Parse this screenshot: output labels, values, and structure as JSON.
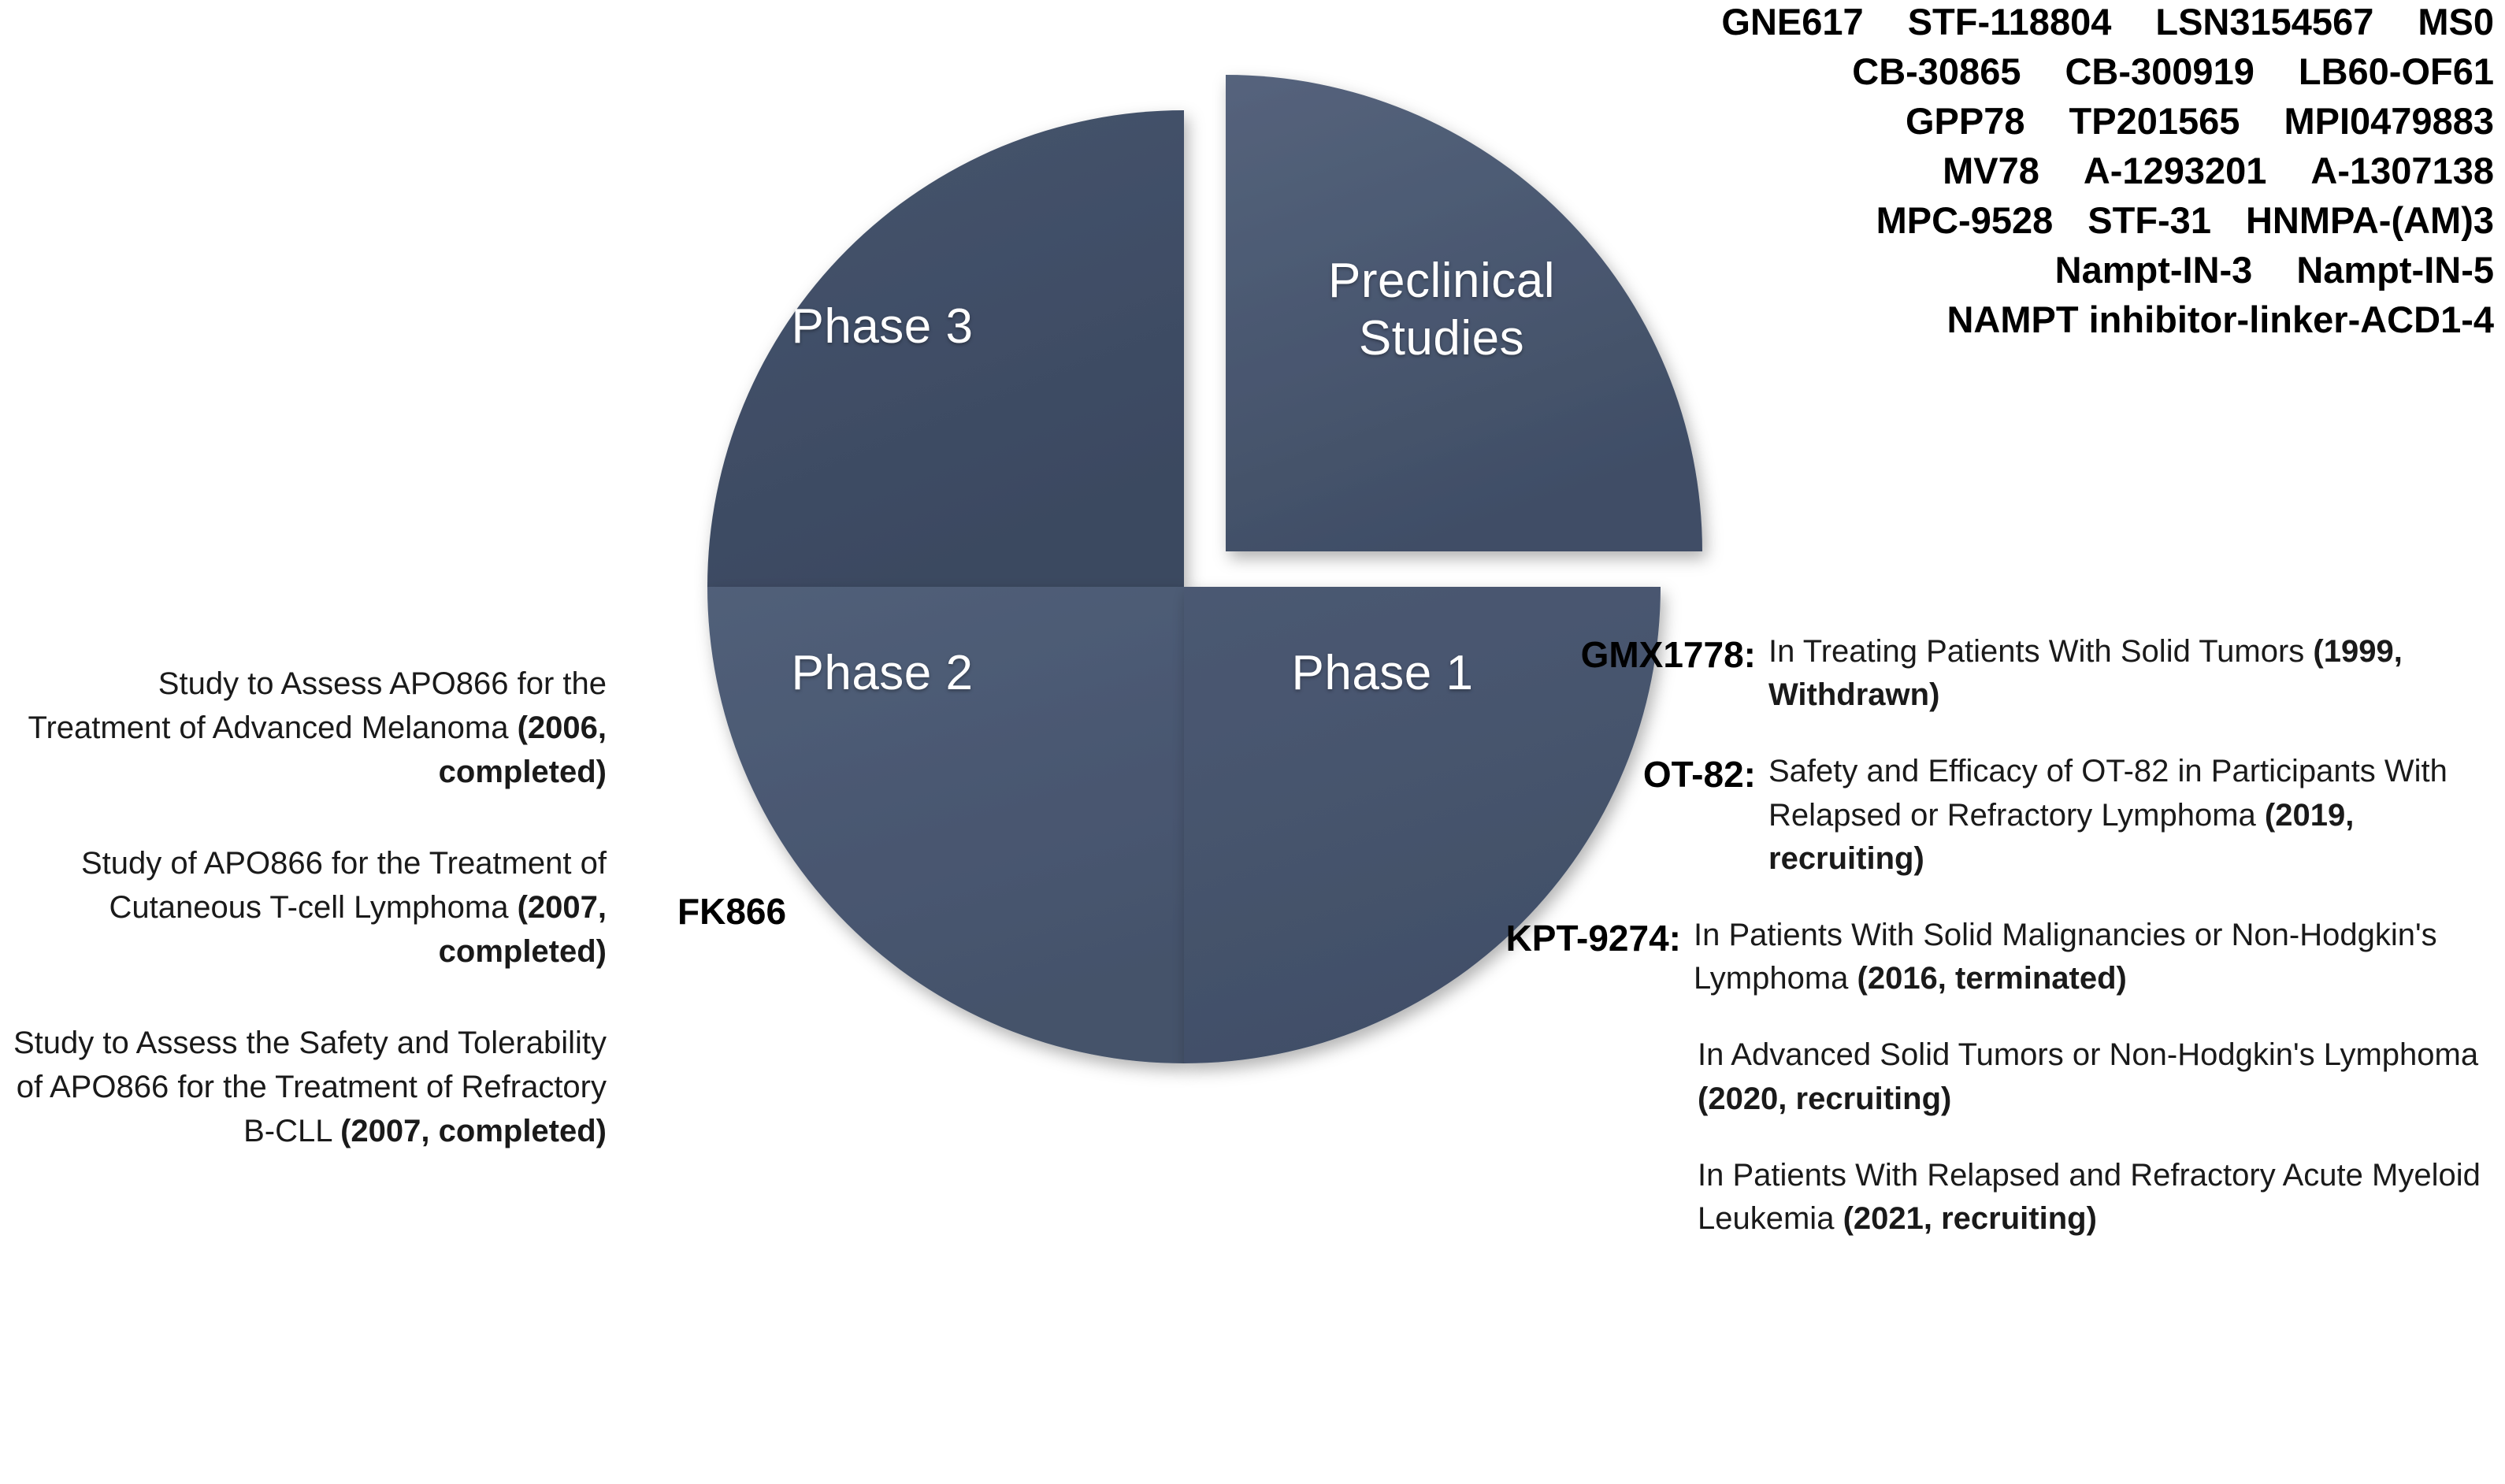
{
  "chart_data": {
    "type": "pie",
    "title": "",
    "categories": [
      "Preclinical Studies",
      "Phase 1",
      "Phase 2",
      "Phase 3"
    ],
    "values": [
      25,
      25,
      25,
      25
    ],
    "labels": [
      "Preclinical\nStudies",
      "Phase 1",
      "Phase 2",
      "Phase 3"
    ],
    "exploded": [
      "Preclinical Studies"
    ],
    "legend": "none",
    "colors": {
      "preclinical": "#4A586F",
      "phase1": "#44546E",
      "phase2": "#4A5873",
      "phase3": "#3C4A61"
    },
    "annotations": {
      "left_marker": "FK866",
      "preclinical_compounds": [
        "GNE617",
        "STF-118804",
        "LSN3154567",
        "MS0",
        "CB-30865",
        "CB-300919",
        "LB60-OF61",
        "GPP78",
        "TP201565",
        "MPI0479883",
        "MV78",
        "A-1293201",
        "A-1307138",
        "MPC-9528",
        "STF-31",
        "HNMPA-(AM)3",
        "Nampt-IN-3",
        "Nampt-IN-5",
        "NAMPT inhibitor-linker-ACD1-4"
      ]
    }
  },
  "pie": {
    "preclinical_label": "Preclinical\nStudies",
    "phase1_label": "Phase 1",
    "phase2_label": "Phase 2",
    "phase3_label": "Phase 3",
    "fk866_marker": "FK866"
  },
  "preclinical_rows": [
    [
      "GNE617",
      "STF-118804",
      "LSN3154567",
      "MS0"
    ],
    [
      "CB-30865",
      "CB-300919",
      "LB60-OF61"
    ],
    [
      "GPP78",
      "TP201565",
      "MPI0479883"
    ],
    [
      "MV78",
      "A-1293201",
      "A-1307138"
    ],
    [
      "MPC-9528",
      "STF-31",
      "HNMPA-(AM)3"
    ],
    [
      "Nampt-IN-3",
      "Nampt-IN-5"
    ],
    [
      "NAMPT inhibitor-linker-ACD1-4"
    ]
  ],
  "left_trials": [
    {
      "text": "Study to Assess APO866 for the Treatment of Advanced Melanoma ",
      "status": "(2006, completed)"
    },
    {
      "text": "Study of APO866 for the Treatment of Cutaneous T-cell Lymphoma ",
      "status": "(2007, completed)"
    },
    {
      "text": "Study to Assess the Safety and Tolerability of APO866 for the Treatment of Refractory B-CLL ",
      "status": "(2007, completed)"
    }
  ],
  "right_trials": {
    "gmx1778": {
      "drug": "GMX1778:",
      "text": "In Treating Patients With Solid Tumors ",
      "status": "(1999, Withdrawn)"
    },
    "ot82": {
      "drug": "OT-82:",
      "text": "Safety and Efficacy of OT-82 in Participants With Relapsed or Refractory Lymphoma ",
      "status": "(2019, recruiting)"
    },
    "kpt9274": {
      "drug": "KPT-9274:",
      "text": "In Patients With Solid Malignancies or Non-Hodgkin's Lymphoma ",
      "status": "(2016, terminated)",
      "trial2_text": "In Advanced Solid Tumors or Non-Hodgkin's Lymphoma ",
      "trial2_status": "(2020, recruiting)",
      "trial3_text": "In Patients With Relapsed and Refractory Acute Myeloid Leukemia ",
      "trial3_status": "(2021, recruiting)"
    }
  }
}
